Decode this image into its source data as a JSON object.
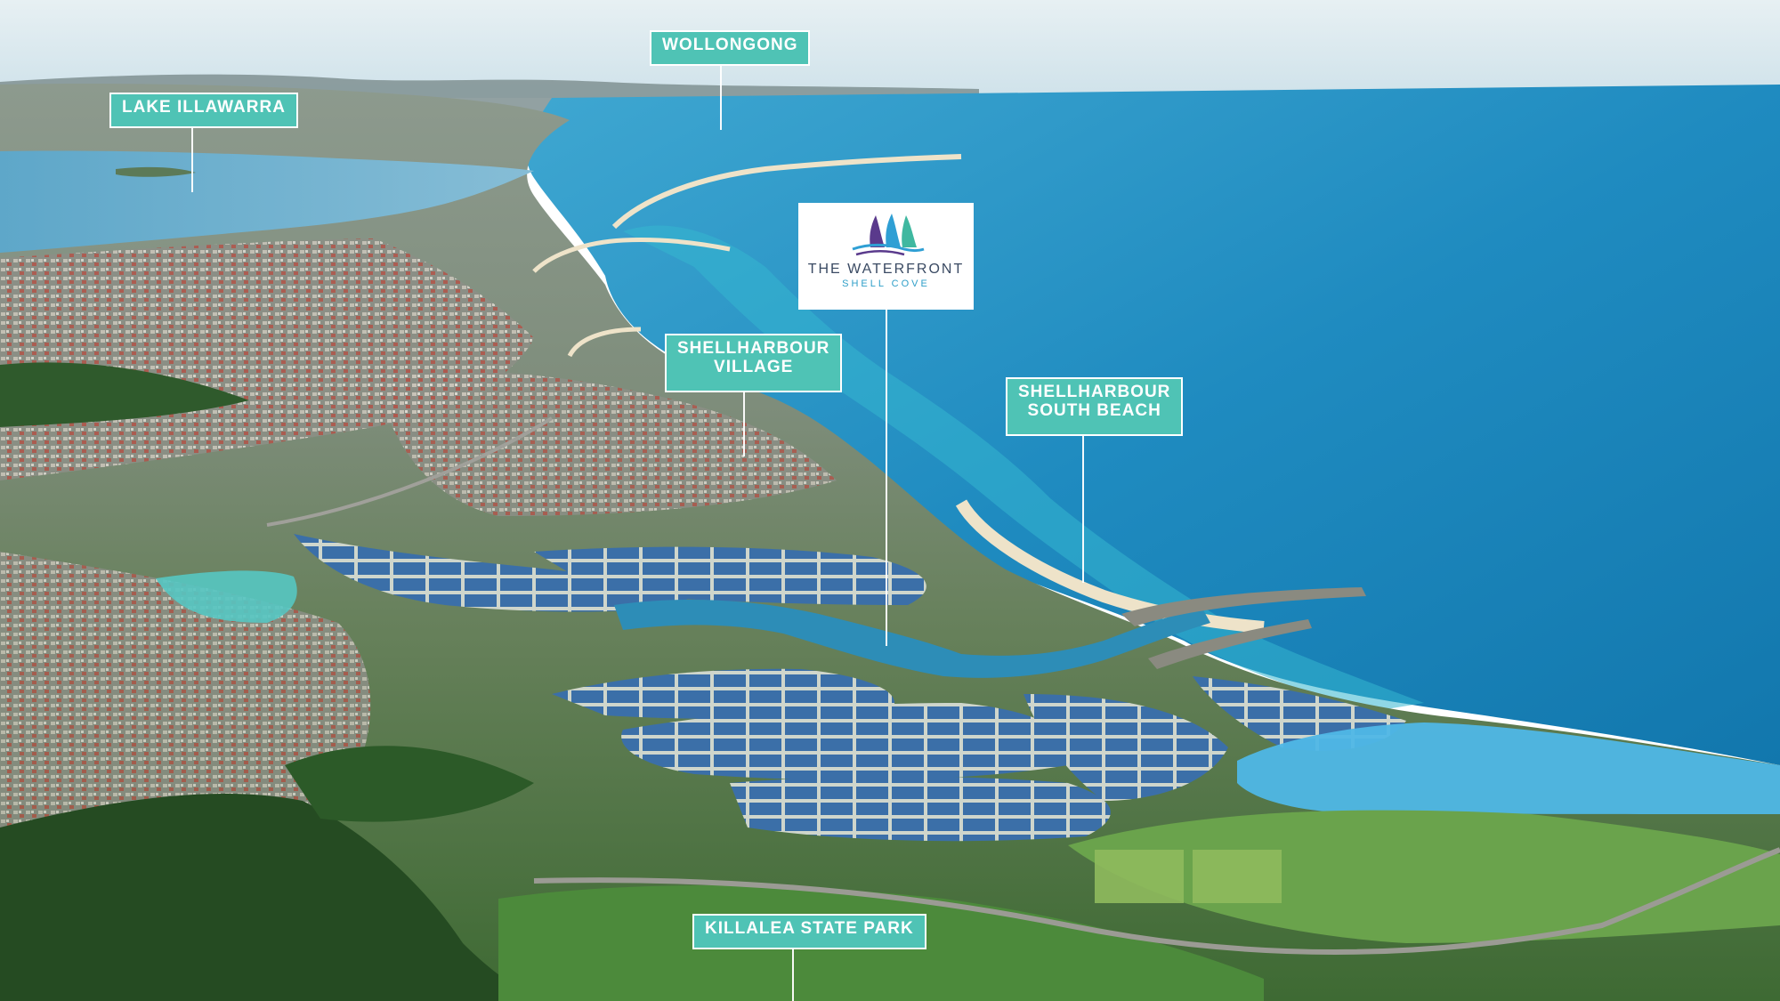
{
  "labels": {
    "wollongong": "WOLLONGONG",
    "lake_illawarra": "LAKE ILLAWARRA",
    "shellharbour_village": [
      "SHELLHARBOUR",
      "VILLAGE"
    ],
    "shellharbour_south_beach": [
      "SHELLHARBOUR",
      "SOUTH BEACH"
    ],
    "killalea_state_park": "KILLALEA STATE PARK"
  },
  "logo": {
    "title": "THE WATERFRONT",
    "subtitle": "SHELL COVE"
  },
  "colors": {
    "label_fill": "#4fc3b5",
    "ocean": "#1f8fc2",
    "lot_blue": "#3b6fa8",
    "lake_overlay": "#4fb7e6",
    "vegetation": "#2f5a2c"
  }
}
